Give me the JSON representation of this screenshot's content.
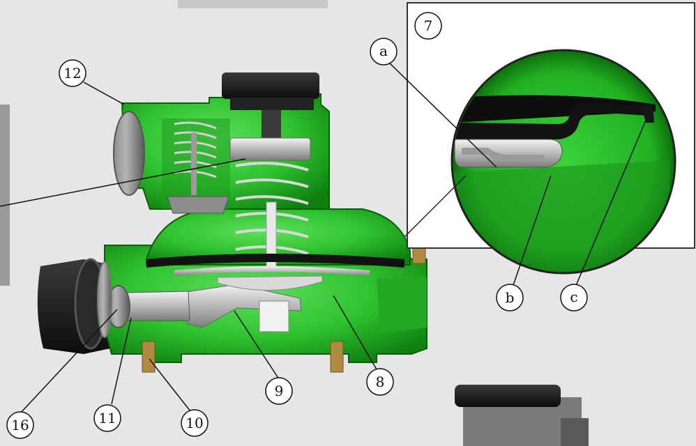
{
  "figure": {
    "callouts": {
      "c12": "12",
      "c7": "7",
      "ca": "a",
      "cb": "b",
      "cc": "c",
      "c8": "8",
      "c9": "9",
      "c10": "10",
      "c11": "11",
      "c16": "16"
    }
  },
  "colors": {
    "background": "#e6e6e6",
    "body_green": "#2fc22f",
    "body_green_dark": "#138a13",
    "cap_black": "#1a1a1a",
    "metal": "#c8c8c8",
    "inset_frame": "#333333"
  }
}
